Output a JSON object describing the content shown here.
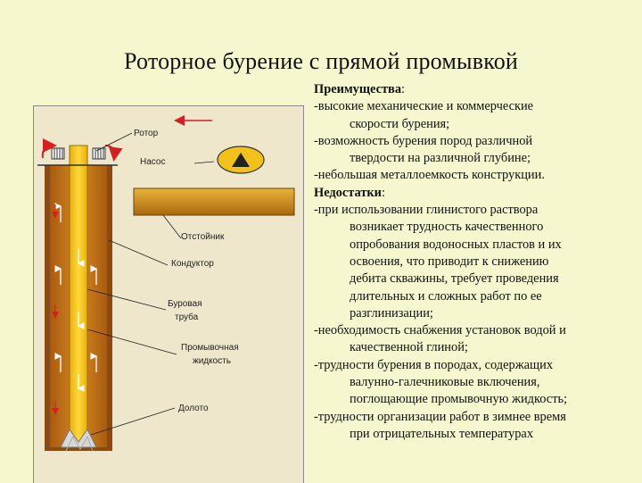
{
  "slide": {
    "title": "Роторное бурение с прямой промывкой"
  },
  "diagram": {
    "labels": {
      "rotor": "Ротор",
      "pump": "Насос",
      "settler": "Отстойник",
      "conductor": "Кондуктор",
      "drill_pipe_1": "Буровая",
      "drill_pipe_2": "труба",
      "fluid_1": "Промывочная",
      "fluid_2": "жидкость",
      "bit": "Долото"
    },
    "colors": {
      "ground": "#efe7cc",
      "pipe": "#f2c21a",
      "annulus": "#c8741a",
      "casing": "#8a4a12",
      "settler": "#d9a020",
      "arrow": "#d42020"
    }
  },
  "text": {
    "adv_head": "Преимущества",
    "adv_colon": ":",
    "adv1_a": "-высокие механические и коммерческие",
    "adv1_b": "скорости бурения;",
    "adv2_a": "-возможность бурения пород различной",
    "adv2_b": "твердости на различной глубине;",
    "adv3": "-небольшая металлоемкость конструкции.",
    "dis_head": "Недостатки",
    "dis_colon": ":",
    "dis1_a": "-при использовании глинистого раствора",
    "dis1_b": "возникает трудность качественного",
    "dis1_c": "опробования водоносных пластов и их",
    "dis1_d": "освоения, что приводит к снижению",
    "dis1_e": "дебита скважины, требует проведения",
    "dis1_f": "длительных и сложных работ по ее",
    "dis1_g": "разглинизации;",
    "dis2_a": "-необходимость снабжения установок водой и",
    "dis2_b": "качественной глиной;",
    "dis3_a": "-трудности бурения в породах, содержащих",
    "dis3_b": "валунно-галечниковые включения,",
    "dis3_c": "поглощающие промывочную жидкость;",
    "dis4_a": "-трудности организации работ в зимнее время",
    "dis4_b": "при отрицательных температурах"
  }
}
